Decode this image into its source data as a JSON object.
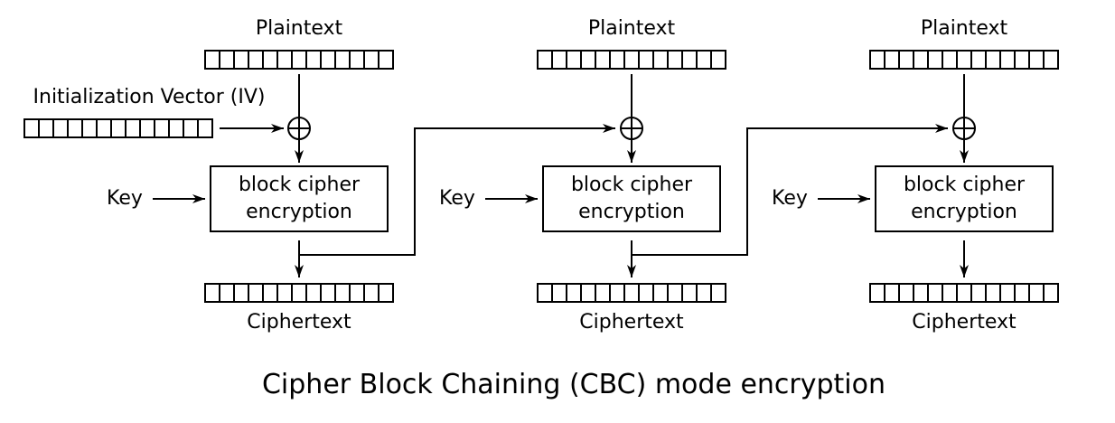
{
  "title": "Cipher Block Chaining (CBC) mode encryption",
  "iv_label": "Initialization Vector (IV)",
  "blocks": [
    {
      "plaintext_label": "Plaintext",
      "key_label": "Key",
      "cipher_line1": "block cipher",
      "cipher_line2": "encryption",
      "ciphertext_label": "Ciphertext"
    },
    {
      "plaintext_label": "Plaintext",
      "key_label": "Key",
      "cipher_line1": "block cipher",
      "cipher_line2": "encryption",
      "ciphertext_label": "Ciphertext"
    },
    {
      "plaintext_label": "Plaintext",
      "key_label": "Key",
      "cipher_line1": "block cipher",
      "cipher_line2": "encryption",
      "ciphertext_label": "Ciphertext"
    }
  ]
}
